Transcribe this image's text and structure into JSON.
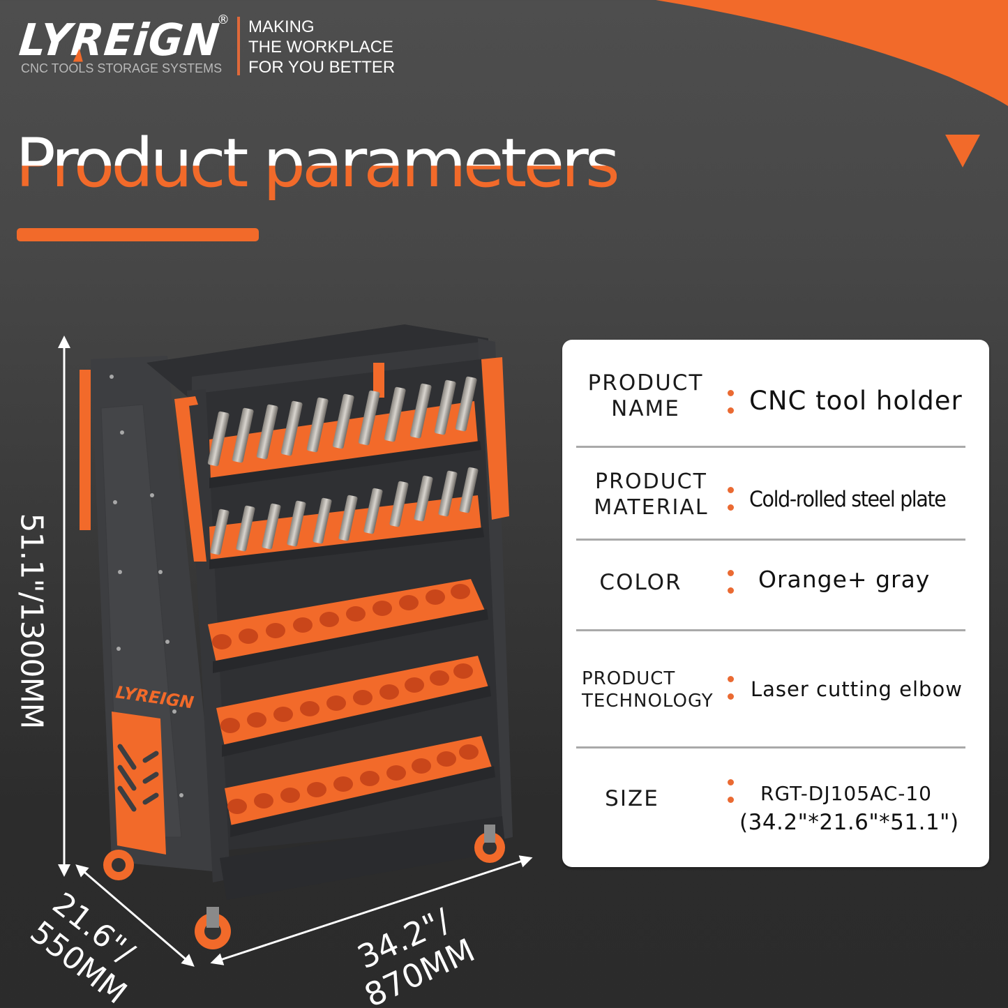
{
  "colors": {
    "accent": "#f26a2a",
    "background_top": "#4e4e4e",
    "background_bottom": "#2b2b2b",
    "card": "#ffffff",
    "divider": "#a9a9a9",
    "text_dark": "#111111"
  },
  "brand": {
    "logo_text_part1": "LY",
    "logo_text_r": "R",
    "logo_text_part2": "EiGN",
    "registered_mark": "®",
    "subtitle": "CNC TOOLS STORAGE SYSTEMS",
    "slogan_lines": [
      "MAKING",
      "THE WORKPLACE",
      "FOR YOU BETTER"
    ]
  },
  "header": {
    "title": "Product parameters",
    "indicator_icon": "down-triangle-icon"
  },
  "dimensions": {
    "height": "51.1\"/1300MM",
    "depth_line1": "21.6\"/",
    "depth_line2": "550MM",
    "width_line1": "34.2\"/",
    "width_line2": "870MM"
  },
  "product_image": {
    "brand_on_side": "LYREIGN",
    "description": "Orange and gray CNC tool holder cart with five angled shelves on casters"
  },
  "specs": [
    {
      "label_lines": [
        "PRODUCT",
        "NAME"
      ],
      "value_lines": [
        "CNC tool holder"
      ]
    },
    {
      "label_lines": [
        "PRODUCT",
        "MATERIAL"
      ],
      "value_lines": [
        "Cold-rolled steel plate"
      ]
    },
    {
      "label_lines": [
        "COLOR"
      ],
      "value_lines": [
        "Orange+ gray"
      ]
    },
    {
      "label_lines": [
        "PRODUCT",
        "TECHNOLOGY"
      ],
      "value_lines": [
        "Laser cutting elbow"
      ]
    },
    {
      "label_lines": [
        "SIZE"
      ],
      "value_lines": [
        "RGT-DJ105AC-10",
        "(34.2\"*21.6\"*51.1\")"
      ]
    }
  ]
}
